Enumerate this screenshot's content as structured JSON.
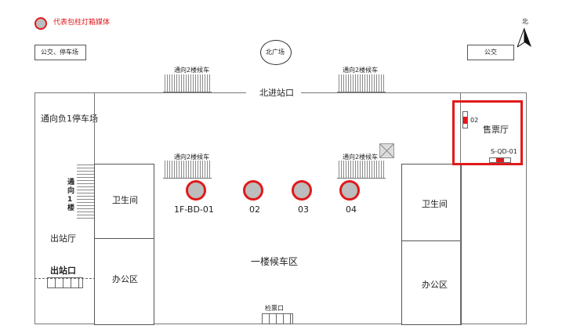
{
  "legend": {
    "icon": "red-ring-pillar-icon",
    "text": "代表包柱灯箱媒体",
    "color": "#e0191b"
  },
  "top": {
    "bus_parking": "公交、停车场",
    "north_plaza": "北广场",
    "bus": "公交",
    "compass": "北"
  },
  "labels": {
    "stairs_to_2f_a": "通向2楼候车",
    "stairs_to_2f_b": "通向2楼候车",
    "stairs_to_2f_c": "通向2楼候车",
    "stairs_to_2f_d": "通向2楼候车",
    "north_entrance": "北进站口",
    "to_b1_parking": "通向负1停车场",
    "to_1f_vertical": "通向1楼",
    "restroom_left": "卫生间",
    "restroom_right": "卫生间",
    "exit_hall": "出站厅",
    "exit": "出站口",
    "office_left": "办公区",
    "office_right": "办公区",
    "waiting_area": "一楼候车区",
    "ticket_check": "检票口",
    "ticket_hall": "售票厅",
    "ticket_media_02": "02",
    "ticket_media_sqd": "S-QD-01"
  },
  "pillars": [
    {
      "label": "1F-BD-01"
    },
    {
      "label": "02"
    },
    {
      "label": "03"
    },
    {
      "label": "04"
    }
  ],
  "highlight_color": "#e0191b"
}
